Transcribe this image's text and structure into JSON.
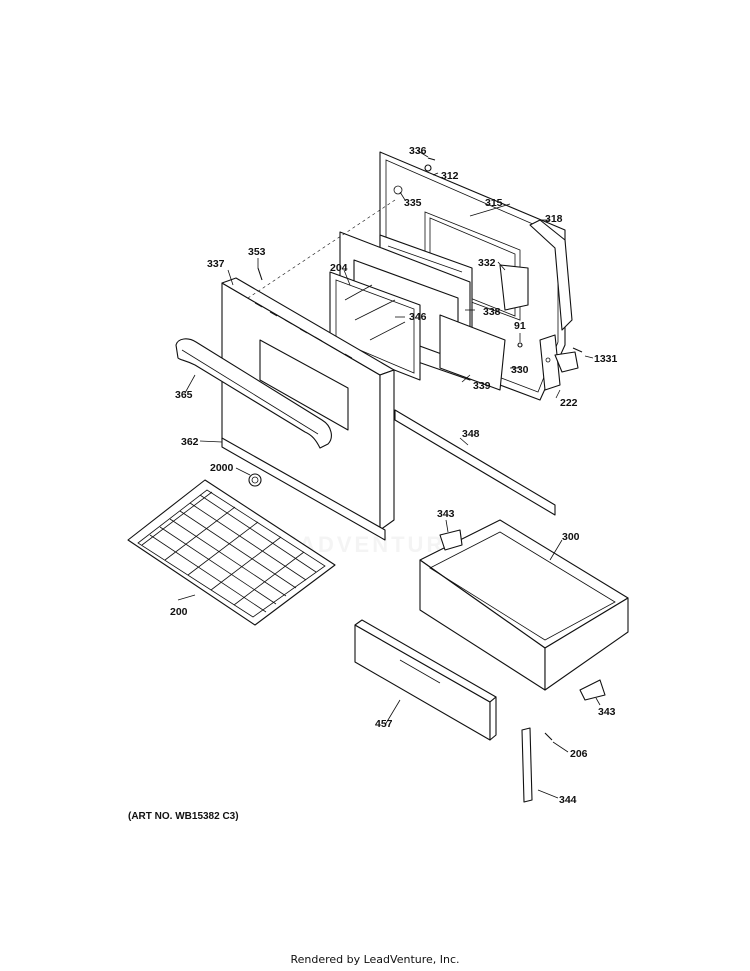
{
  "diagram": {
    "callouts": {
      "p336": "336",
      "p312": "312",
      "p335": "335",
      "p315": "315",
      "p318": "318",
      "p353": "353",
      "p337": "337",
      "p204": "204",
      "p332": "332",
      "p338": "338",
      "p346": "346",
      "p91": "91",
      "p1331": "1331",
      "p365": "365",
      "p339": "339",
      "p330": "330",
      "p222": "222",
      "p362": "362",
      "p348": "348",
      "p2000": "2000",
      "p343a": "343",
      "p300": "300",
      "p200": "200",
      "p343b": "343",
      "p457": "457",
      "p206": "206",
      "p344": "344"
    },
    "art_number": "(ART NO. WB15382 C3)",
    "watermark": "LEADVENTURE"
  },
  "footer": {
    "text": "Rendered by LeadVenture, Inc."
  }
}
